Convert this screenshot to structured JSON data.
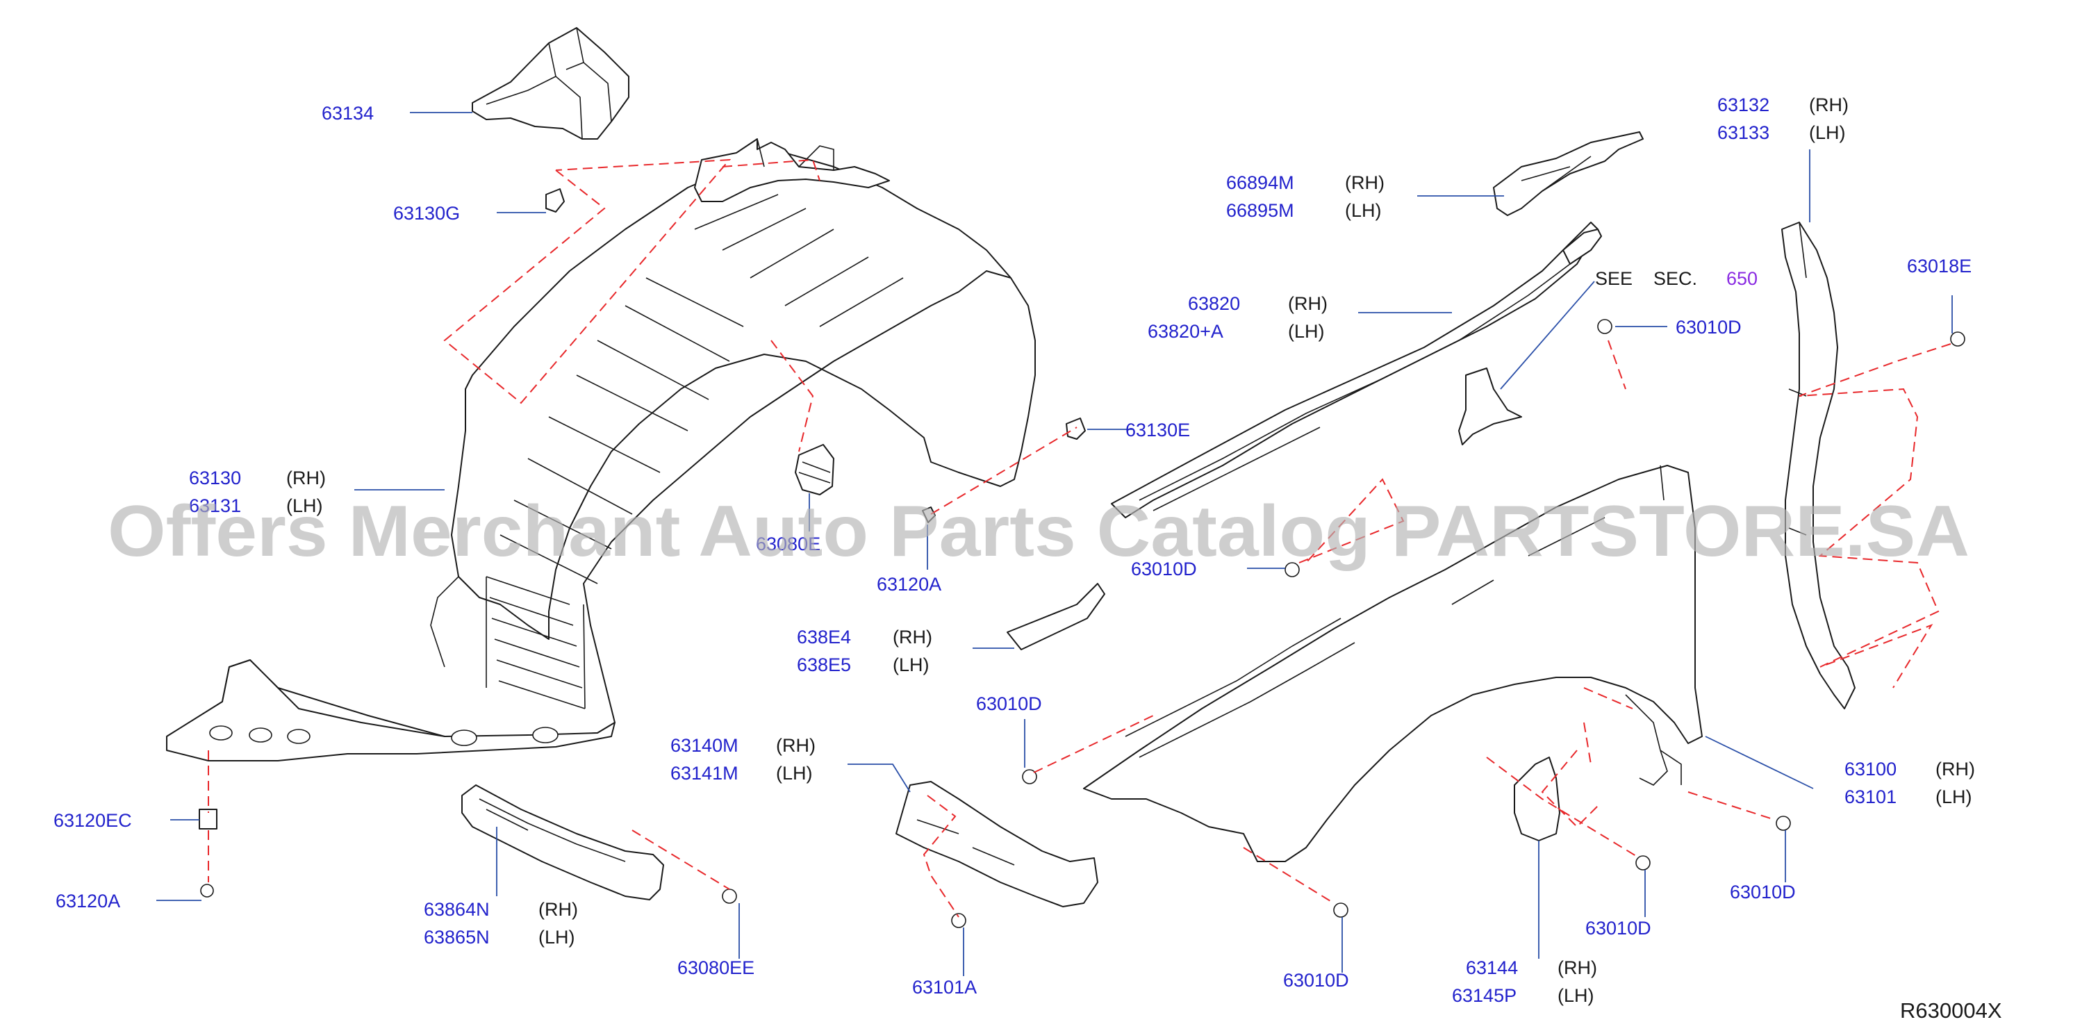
{
  "watermark": "Offers Merchant Auto Parts Catalog PARTSTORE.SA",
  "diagram_ref": "R630004X",
  "see_section": {
    "see": "SEE",
    "sec": "SEC.",
    "number": "650"
  },
  "colors": {
    "part_number": "#2222cc",
    "dashed_guide": "#e8282b",
    "leader": "#2a4fa8",
    "section_ref": "#8a2be2"
  },
  "labels": {
    "p63134": "63134",
    "p63130G": "63130G",
    "p63130": "63130",
    "p63130_side": "(RH)",
    "p63131": "63131",
    "p63131_side": "(LH)",
    "p63080E": "63080E",
    "p63120A_top": "63120A",
    "p63130E": "63130E",
    "p66894M": "66894M",
    "p66894M_side": "(RH)",
    "p66895M": "66895M",
    "p66895M_side": "(LH)",
    "p63820": "63820",
    "p63820_side": "(RH)",
    "p63820A": "63820+A",
    "p63820A_side": "(LH)",
    "p63010D_top": "63010D",
    "p63010D_mid": "63010D",
    "p63132": "63132",
    "p63132_side": "(RH)",
    "p63133": "63133",
    "p63133_side": "(LH)",
    "p63018E": "63018E",
    "p638E4": "638E4",
    "p638E4_side": "(RH)",
    "p638E5": "638E5",
    "p638E5_side": "(LH)",
    "p63010D_left": "63010D",
    "p63140M": "63140M",
    "p63140M_side": "(RH)",
    "p63141M": "63141M",
    "p63141M_side": "(LH)",
    "p63120EC": "63120EC",
    "p63120A_bottom": "63120A",
    "p63864N": "63864N",
    "p63864N_side": "(RH)",
    "p63865N": "63865N",
    "p63865N_side": "(LH)",
    "p63080EE": "63080EE",
    "p63101A": "63101A",
    "p63010D_bottom": "63010D",
    "p63144": "63144",
    "p63144_side": "(RH)",
    "p63145P": "63145P",
    "p63145P_side": "(LH)",
    "p63010D_br": "63010D",
    "p63010D_right": "63010D",
    "p63100": "63100",
    "p63100_side": "(RH)",
    "p63101": "63101",
    "p63101_side": "(LH)"
  }
}
